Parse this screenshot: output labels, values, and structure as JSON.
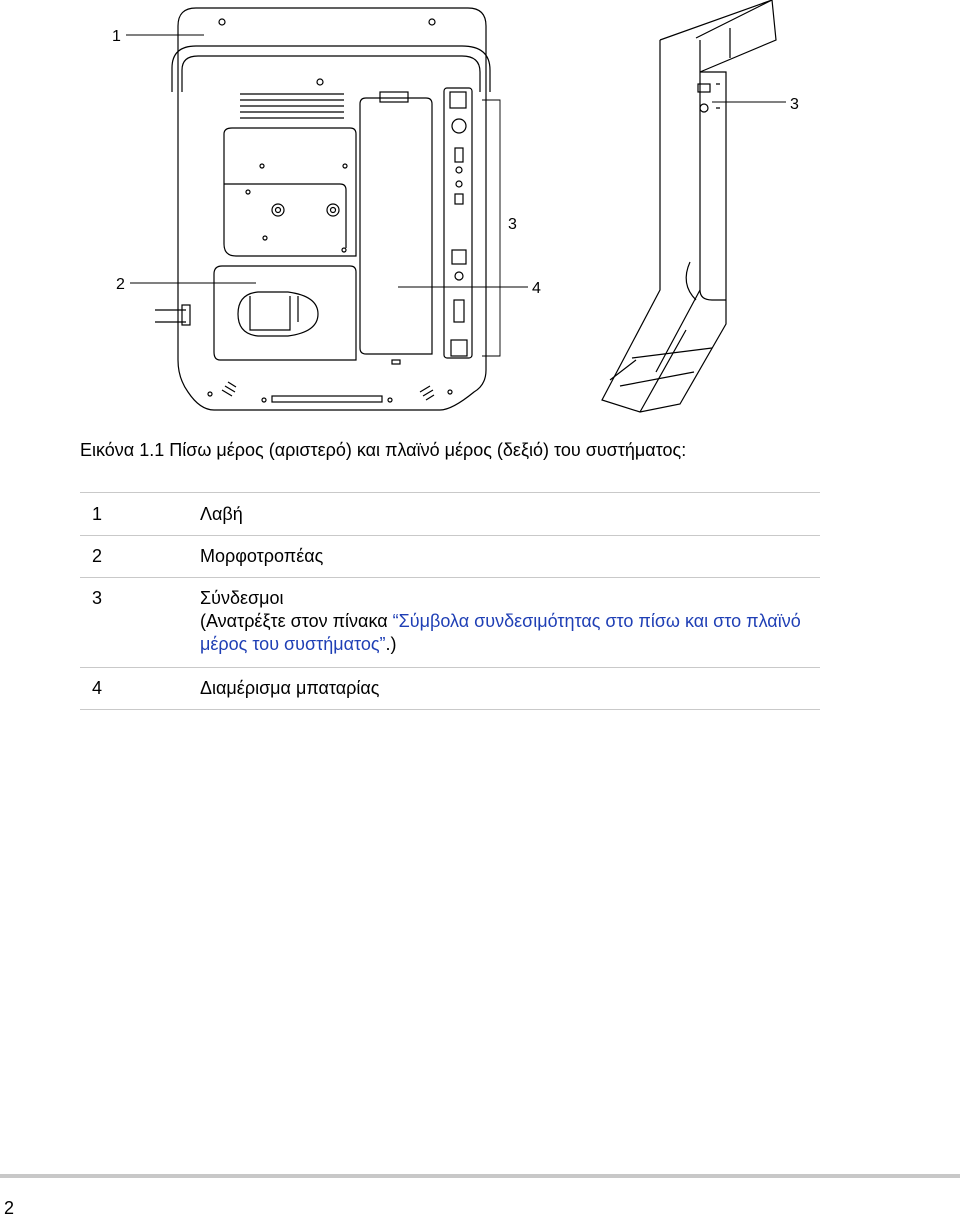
{
  "figure": {
    "callouts": {
      "c1": "1",
      "c2": "2",
      "c3": "3",
      "c4": "4",
      "c3_side": "3"
    }
  },
  "caption": "Εικόνα 1.1  Πίσω μέρος (αριστερό) και πλαϊνό μέρος (δεξιό) του συστήματος:",
  "legend": {
    "items": [
      {
        "num": "1",
        "text": "Λαβή"
      },
      {
        "num": "2",
        "text": "Μορφοτροπέας"
      },
      {
        "num": "3",
        "text": "Σύνδεσμοι",
        "note_prefix": "(Ανατρέξτε στον πίνακα ",
        "note_link": "“Σύμβολα συνδεσιμότητας στο πίσω και στο πλαϊνό μέρος του συστήματος”",
        "note_suffix": ".)"
      },
      {
        "num": "4",
        "text": "Διαμέρισμα μπαταρίας"
      }
    ]
  },
  "footer": {
    "page_number": "2"
  },
  "colors": {
    "link": "#1f3fb5",
    "rule": "#c9c9c9",
    "footer_rule": "#c8c8c8"
  }
}
